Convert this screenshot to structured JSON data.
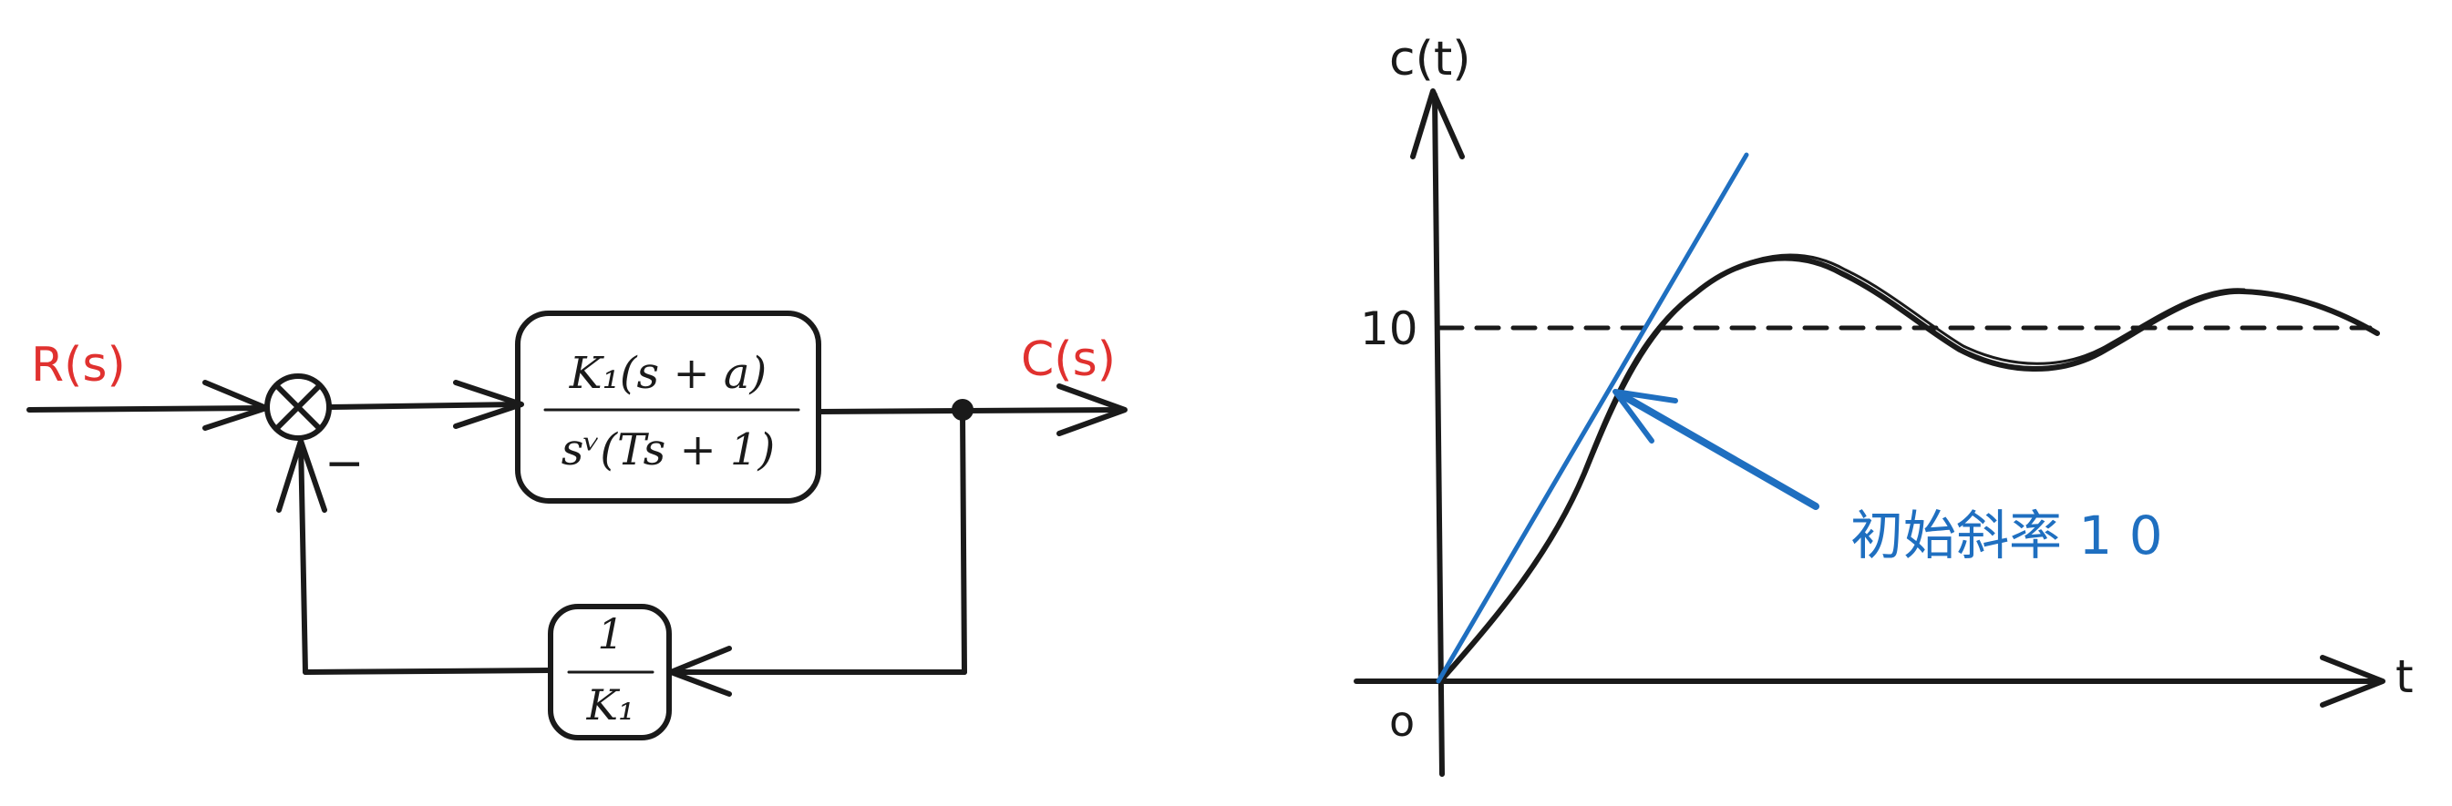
{
  "block_diagram": {
    "input_label": "R(s)",
    "output_label": "C(s)",
    "feedback_sign": "−",
    "forward_block": {
      "numerator": "K₁(s + a)",
      "denominator": "sᵛ(Ts + 1)"
    },
    "feedback_block": {
      "numerator": "1",
      "denominator": "K₁"
    }
  },
  "response_plot": {
    "y_axis_label": "c(t)",
    "x_axis_label": "t",
    "origin_label": "o",
    "steady_state_label": "10",
    "annotation": "初始斜率 1 0"
  },
  "colors": {
    "ink": "#1a1a1a",
    "signal_label": "#e0312f",
    "annotation": "#1f6fc0"
  }
}
